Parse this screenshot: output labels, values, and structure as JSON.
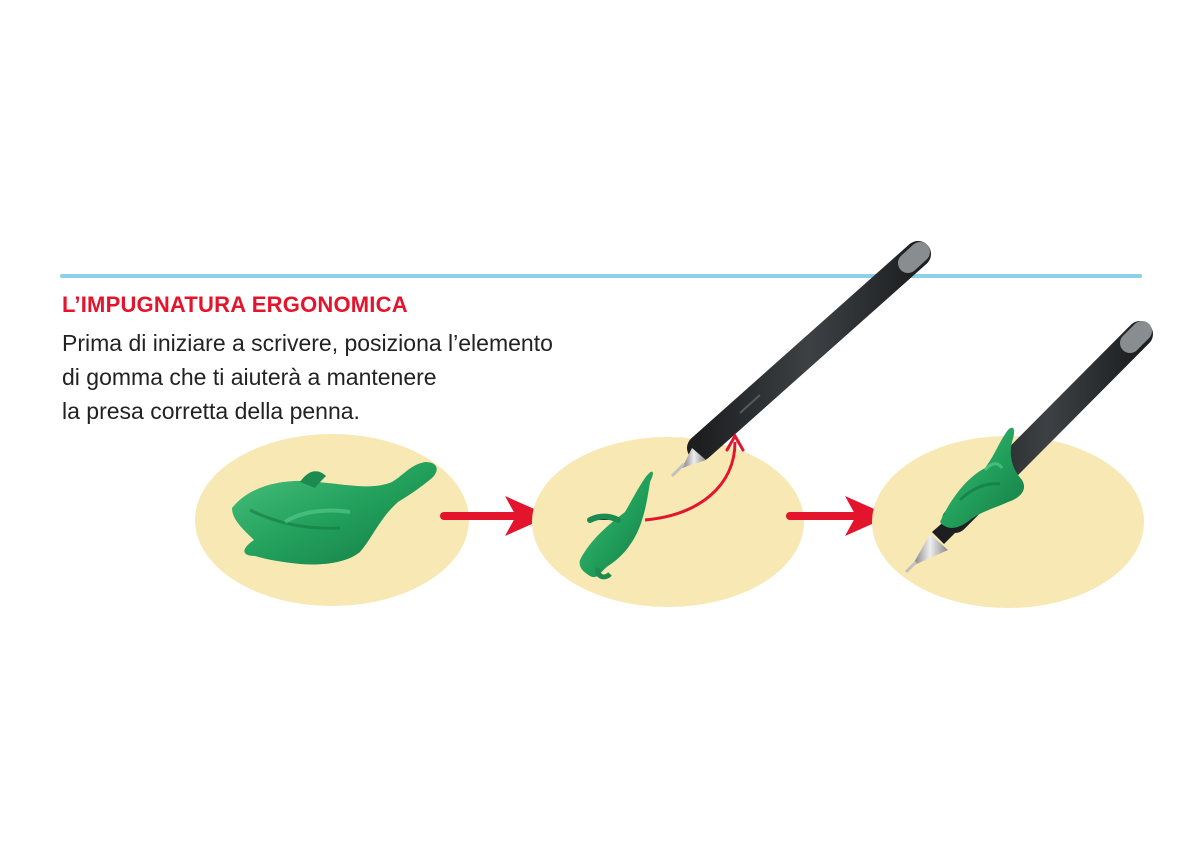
{
  "heading": "L’IMPUGNATURA ERGONOMICA",
  "body_lines": [
    "Prima di iniziare a scrivere, posiziona l’elemento",
    "di gomma che ti aiuterà a mantenere",
    "la presa corretta della penna."
  ],
  "colors": {
    "heading": "#e3142b",
    "divider": "#8ecfea",
    "blob": "#f7e8b4",
    "grip": "#1f9e5a",
    "pen": "#2b2e30",
    "arrow": "#e3142b"
  },
  "icons": {
    "step1": "dolphin-grip-icon",
    "step2": "pen-insertion-icon",
    "step3": "pen-with-grip-icon",
    "arrows": "red-arrow-icon"
  }
}
